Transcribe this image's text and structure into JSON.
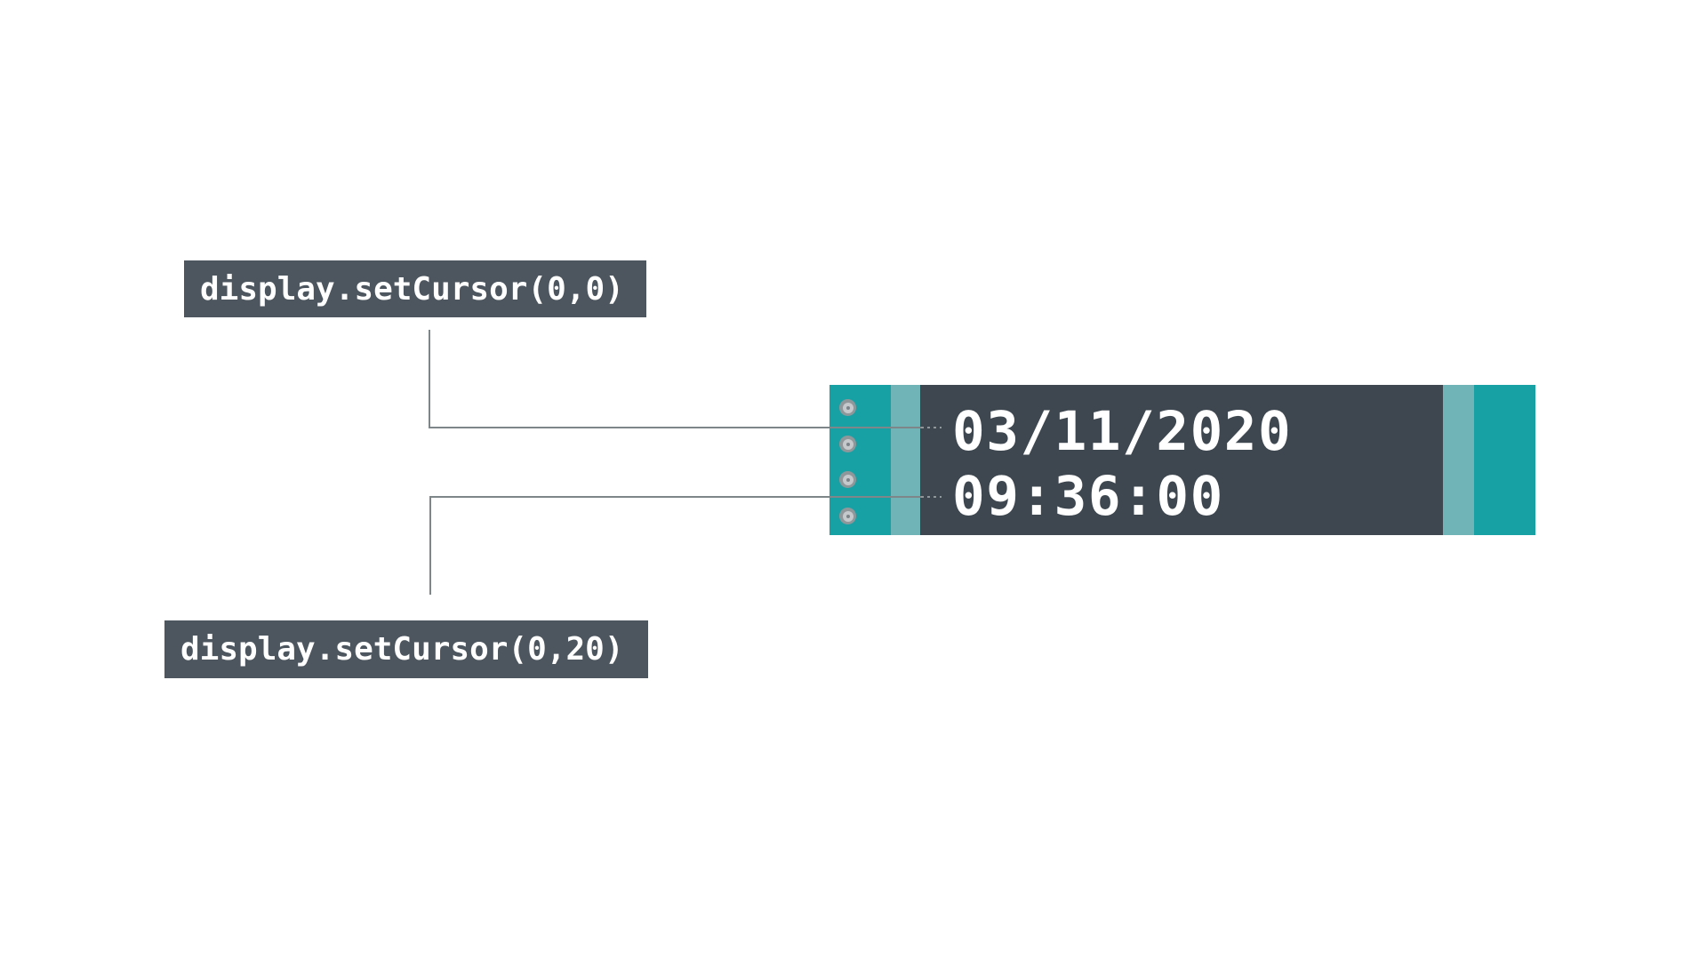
{
  "labels": {
    "cursor_top": "display.setCursor(0,0)",
    "cursor_bottom": "display.setCursor(0,20)"
  },
  "display": {
    "line1": "03/11/2020",
    "line2": "09:36:00"
  },
  "colors": {
    "pcb_teal": "#18a1a5",
    "pcb_teal_light": "#70b4b8",
    "screen_dark": "#3e474f",
    "label_bg": "#4d565e",
    "text_white": "#ffffff",
    "connector_gray": "#7e8689"
  }
}
